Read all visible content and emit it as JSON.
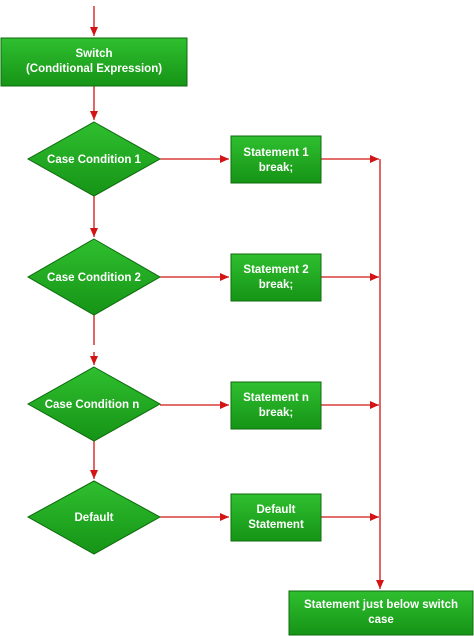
{
  "switch_box": {
    "line1": "Switch",
    "line2": "(Conditional Expression)"
  },
  "conditions": [
    {
      "label": "Case Condition 1",
      "statement": [
        "Statement 1",
        "break;"
      ]
    },
    {
      "label": "Case Condition 2",
      "statement": [
        "Statement 2",
        "break;"
      ]
    },
    {
      "label": "Case Condition n",
      "statement": [
        "Statement n",
        "break;"
      ]
    }
  ],
  "default_case": {
    "label": "Default",
    "statement": [
      "Default",
      "Statement"
    ]
  },
  "end_box": {
    "line1": "Statement just below switch",
    "line2": "case"
  },
  "colors": {
    "node_fill": "#1fa81f",
    "node_stroke": "#0d6b0d",
    "arrow": "#d21414"
  }
}
